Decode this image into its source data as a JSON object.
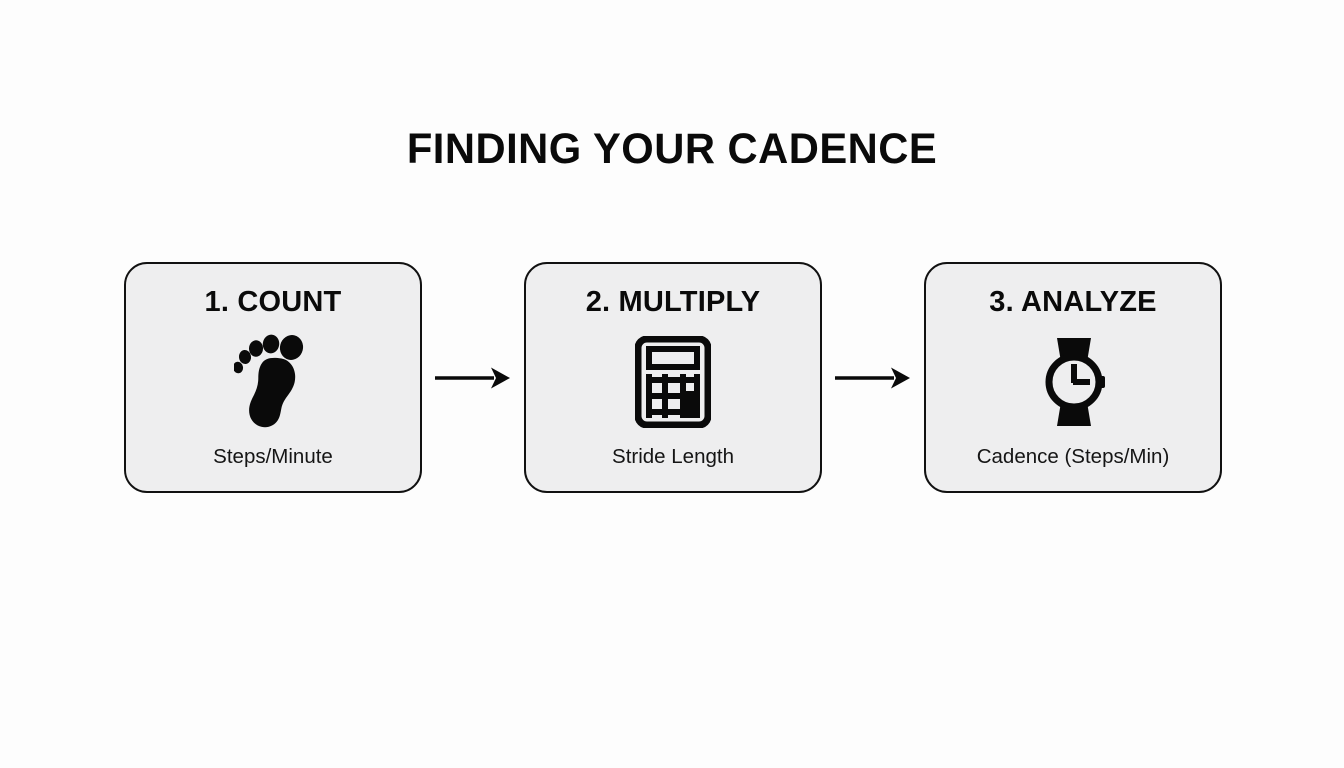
{
  "page": {
    "title": "FINDING YOUR CADENCE",
    "background_color": "#fdfdfd",
    "card_fill_color": "#eeeeef",
    "ink_color": "#111111"
  },
  "steps": [
    {
      "heading": "1. COUNT",
      "icon": "footprint-icon",
      "caption": "Steps/Minute"
    },
    {
      "heading": "2. MULTIPLY",
      "icon": "calculator-icon",
      "caption": "Stride Length"
    },
    {
      "heading": "3. ANALYZE",
      "icon": "smartwatch-icon",
      "caption": "Cadence (Steps/Min)"
    }
  ],
  "connectors": [
    {
      "icon": "arrow-right-icon"
    },
    {
      "icon": "arrow-right-icon"
    }
  ]
}
